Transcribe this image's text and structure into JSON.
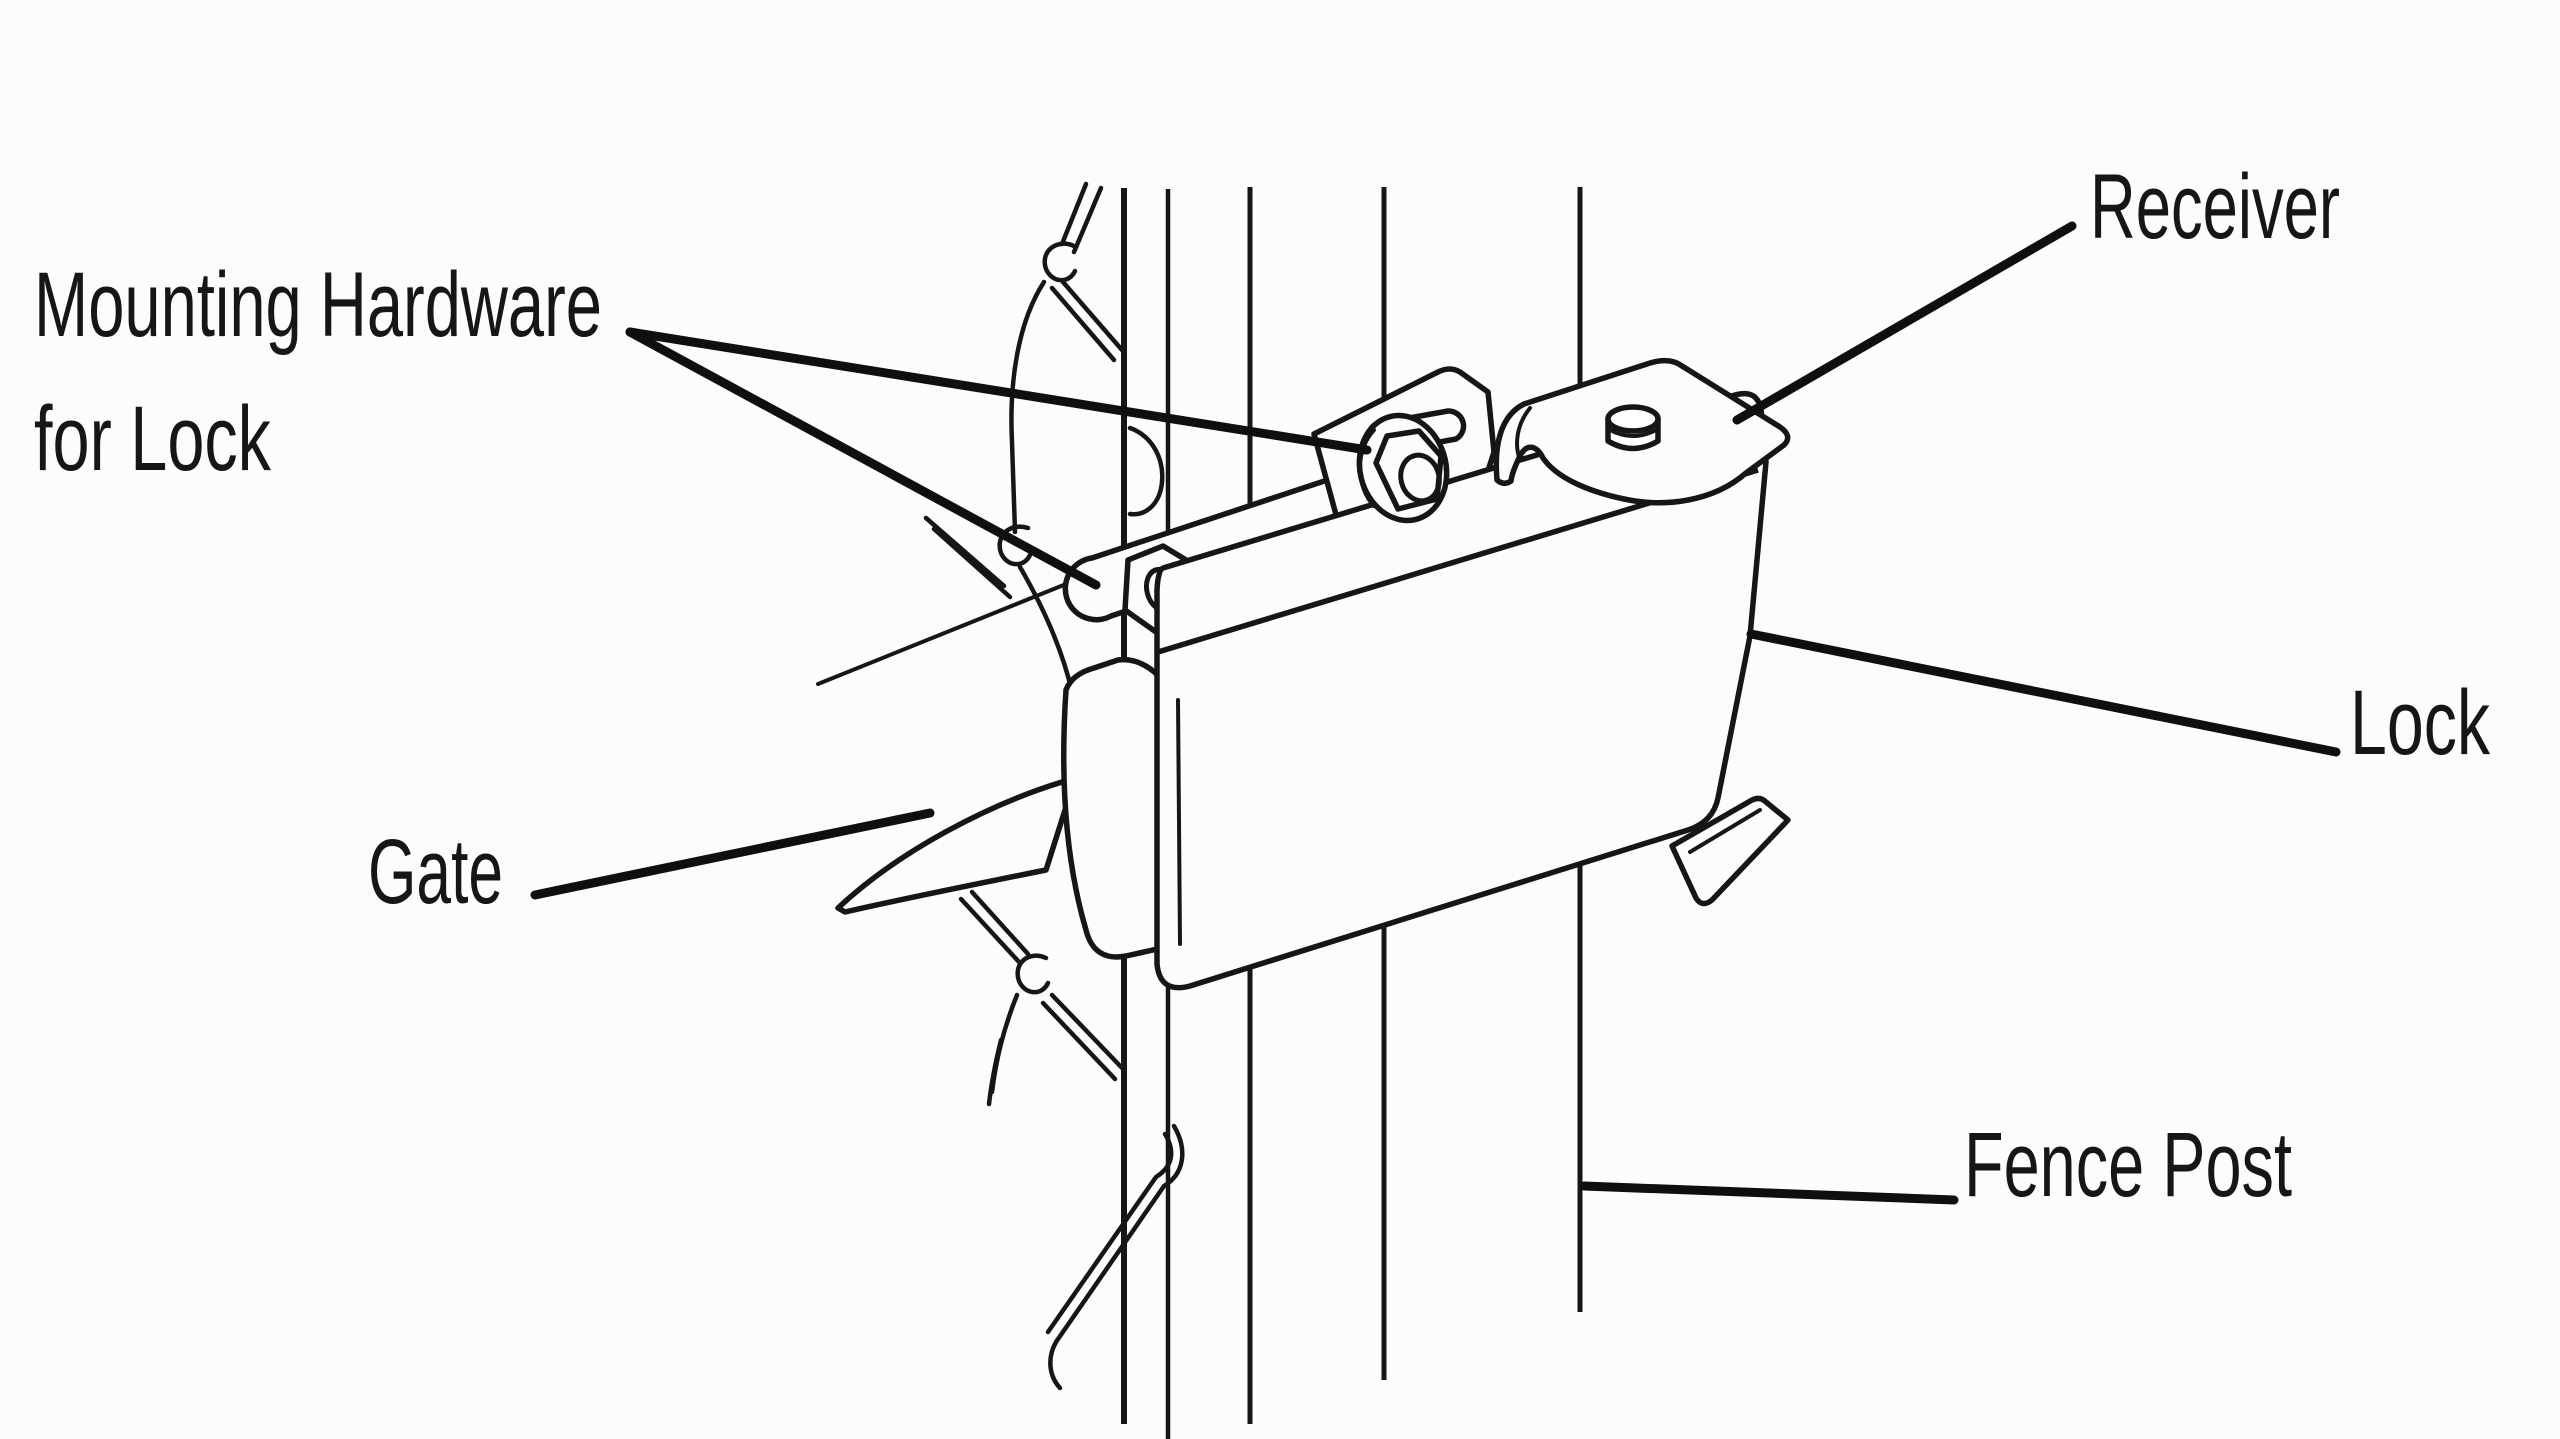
{
  "colors": {
    "background": "#fcfcfa",
    "ink": "#161616",
    "leader": "#0f0f0f"
  },
  "diagram": {
    "type": "technical line illustration",
    "labels": {
      "mounting_hardware": {
        "lines": [
          "Mounting Hardware",
          "for Lock"
        ]
      },
      "receiver": {
        "text": "Receiver"
      },
      "lock": {
        "text": "Lock"
      },
      "gate": {
        "text": "Gate"
      },
      "fence_post": {
        "text": "Fence Post"
      }
    }
  }
}
